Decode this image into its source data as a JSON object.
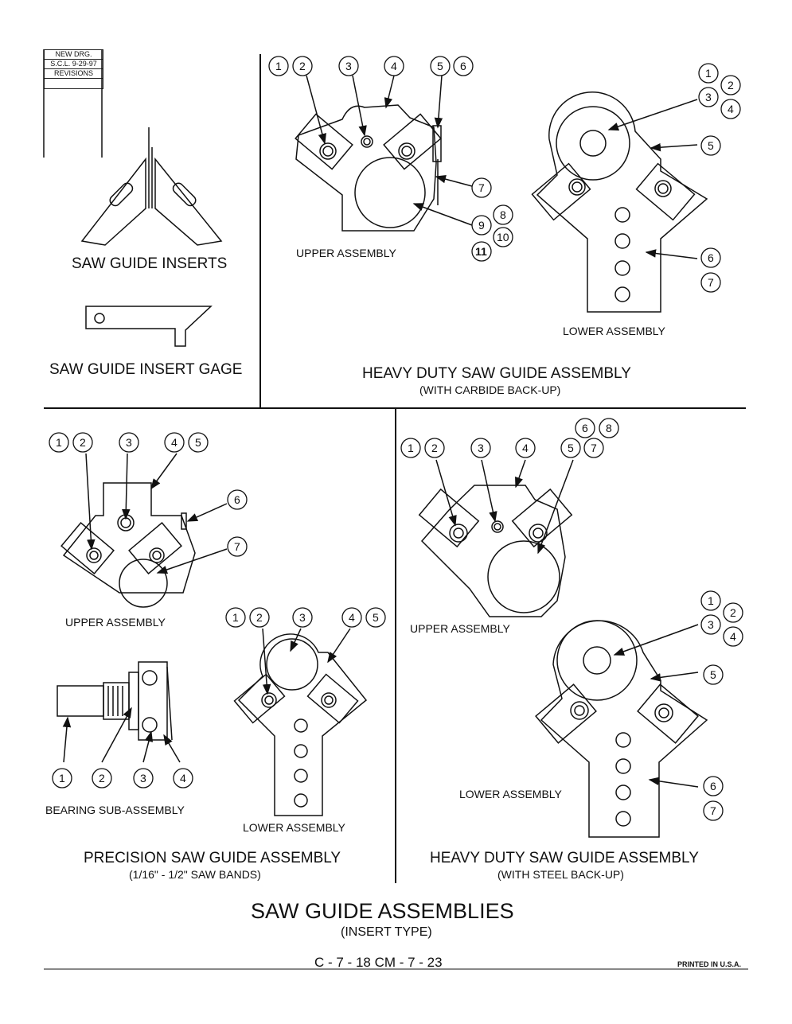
{
  "revision_block": {
    "line1": "NEW DRG.",
    "line2": "S.C.L.  9-29-97",
    "line3": "REVISIONS"
  },
  "panels": {
    "inserts": {
      "title": "SAW GUIDE INSERTS"
    },
    "gage": {
      "title": "SAW GUIDE INSERT GAGE"
    },
    "hd_carbide": {
      "title": "HEAVY DUTY SAW GUIDE ASSEMBLY",
      "subtitle": "(WITH CARBIDE BACK-UP)",
      "upper_label": "UPPER ASSEMBLY",
      "lower_label": "LOWER ASSEMBLY",
      "upper_callouts": [
        "1",
        "2",
        "3",
        "4",
        "5",
        "6",
        "7",
        "8",
        "9",
        "10",
        "11"
      ],
      "lower_callouts": [
        "1",
        "2",
        "3",
        "4",
        "5",
        "6",
        "7"
      ]
    },
    "precision": {
      "title": "PRECISION SAW GUIDE ASSEMBLY",
      "subtitle": "(1/16\" - 1/2\" SAW BANDS)",
      "upper_label": "UPPER ASSEMBLY",
      "lower_label": "LOWER ASSEMBLY",
      "bearing_label": "BEARING SUB-ASSEMBLY",
      "upper_callouts": [
        "1",
        "2",
        "3",
        "4",
        "5",
        "6",
        "7"
      ],
      "lower_callouts": [
        "1",
        "2",
        "3",
        "4",
        "5"
      ],
      "bearing_callouts": [
        "1",
        "2",
        "3",
        "4"
      ]
    },
    "hd_steel": {
      "title": "HEAVY DUTY SAW GUIDE ASSEMBLY",
      "subtitle": "(WITH STEEL BACK-UP)",
      "upper_label": "UPPER ASSEMBLY",
      "lower_label": "LOWER ASSEMBLY",
      "upper_callouts": [
        "1",
        "2",
        "3",
        "4",
        "5",
        "6",
        "7",
        "8"
      ],
      "lower_callouts": [
        "1",
        "2",
        "3",
        "4",
        "5",
        "6",
        "7"
      ]
    }
  },
  "footer": {
    "title": "SAW GUIDE ASSEMBLIES",
    "subtitle": "(INSERT TYPE)",
    "page_ref": "C - 7 - 18    CM - 7 - 23",
    "printed": "PRINTED IN U.S.A."
  }
}
